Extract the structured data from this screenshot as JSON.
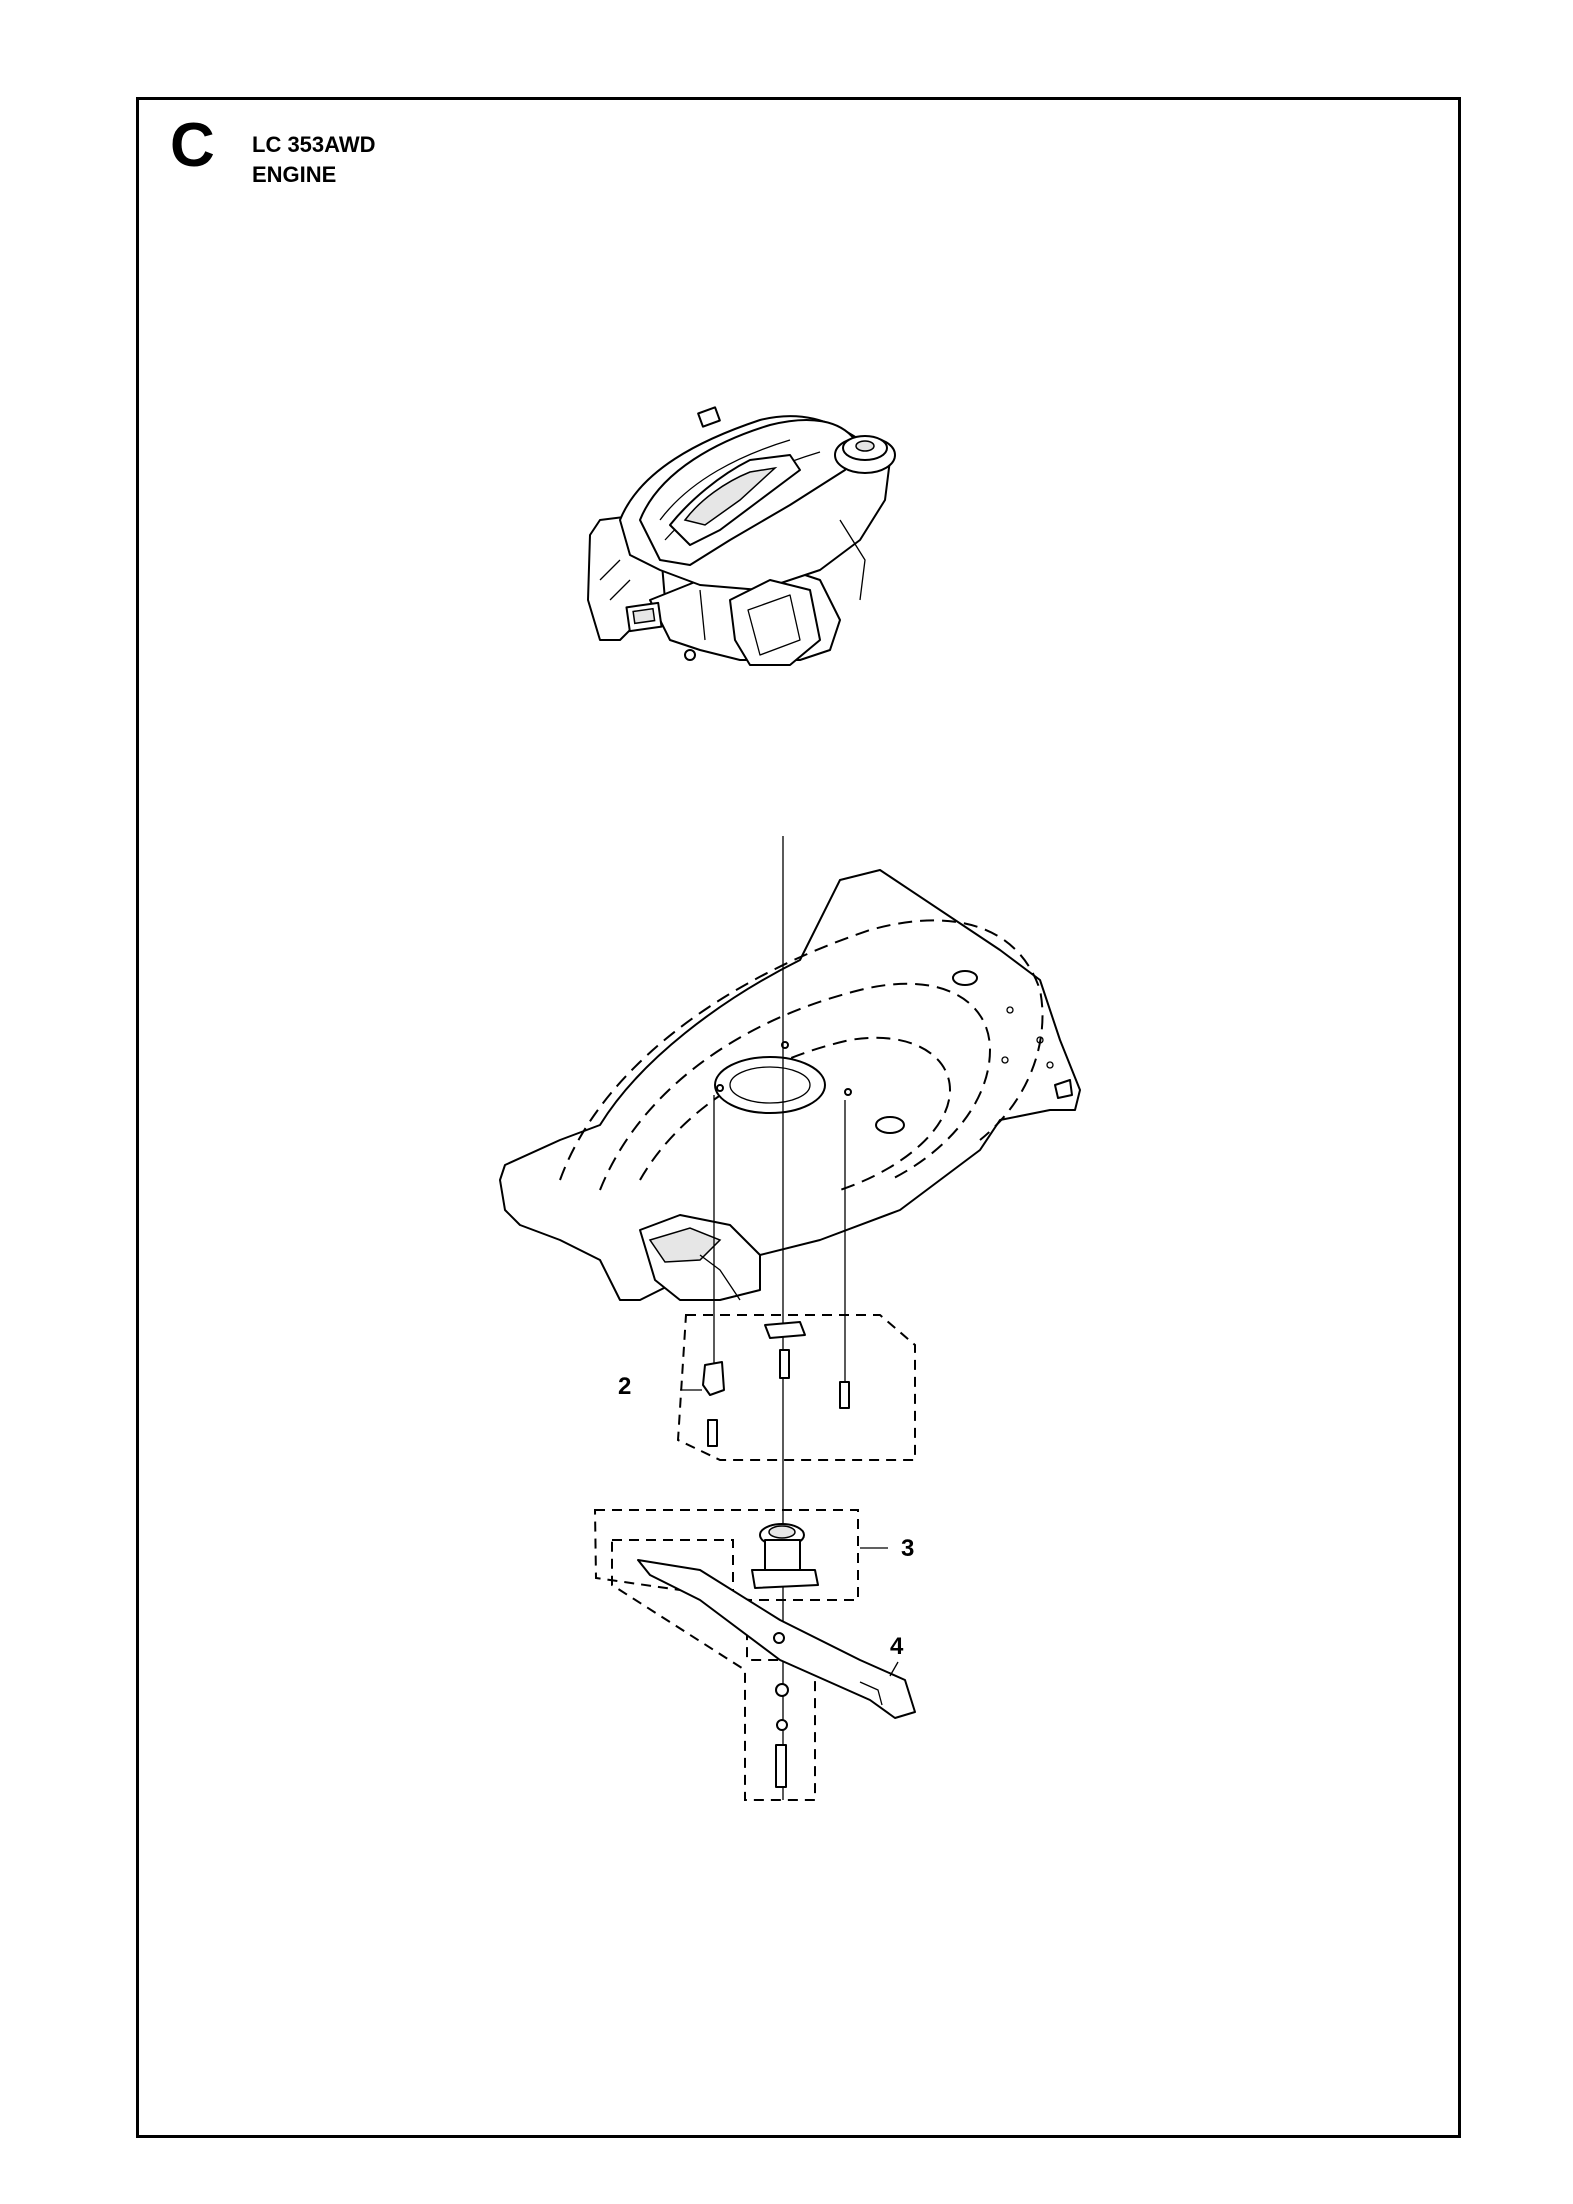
{
  "header": {
    "section_letter": "C",
    "model": "LC 353AWD",
    "title": "ENGINE"
  },
  "callouts": [
    {
      "label": "2",
      "part": "deck-fasteners-kit"
    },
    {
      "label": "3",
      "part": "blade-adapter-kit"
    },
    {
      "label": "4",
      "part": "blade-kit"
    }
  ],
  "colors": {
    "line": "#000000",
    "background": "#ffffff"
  }
}
